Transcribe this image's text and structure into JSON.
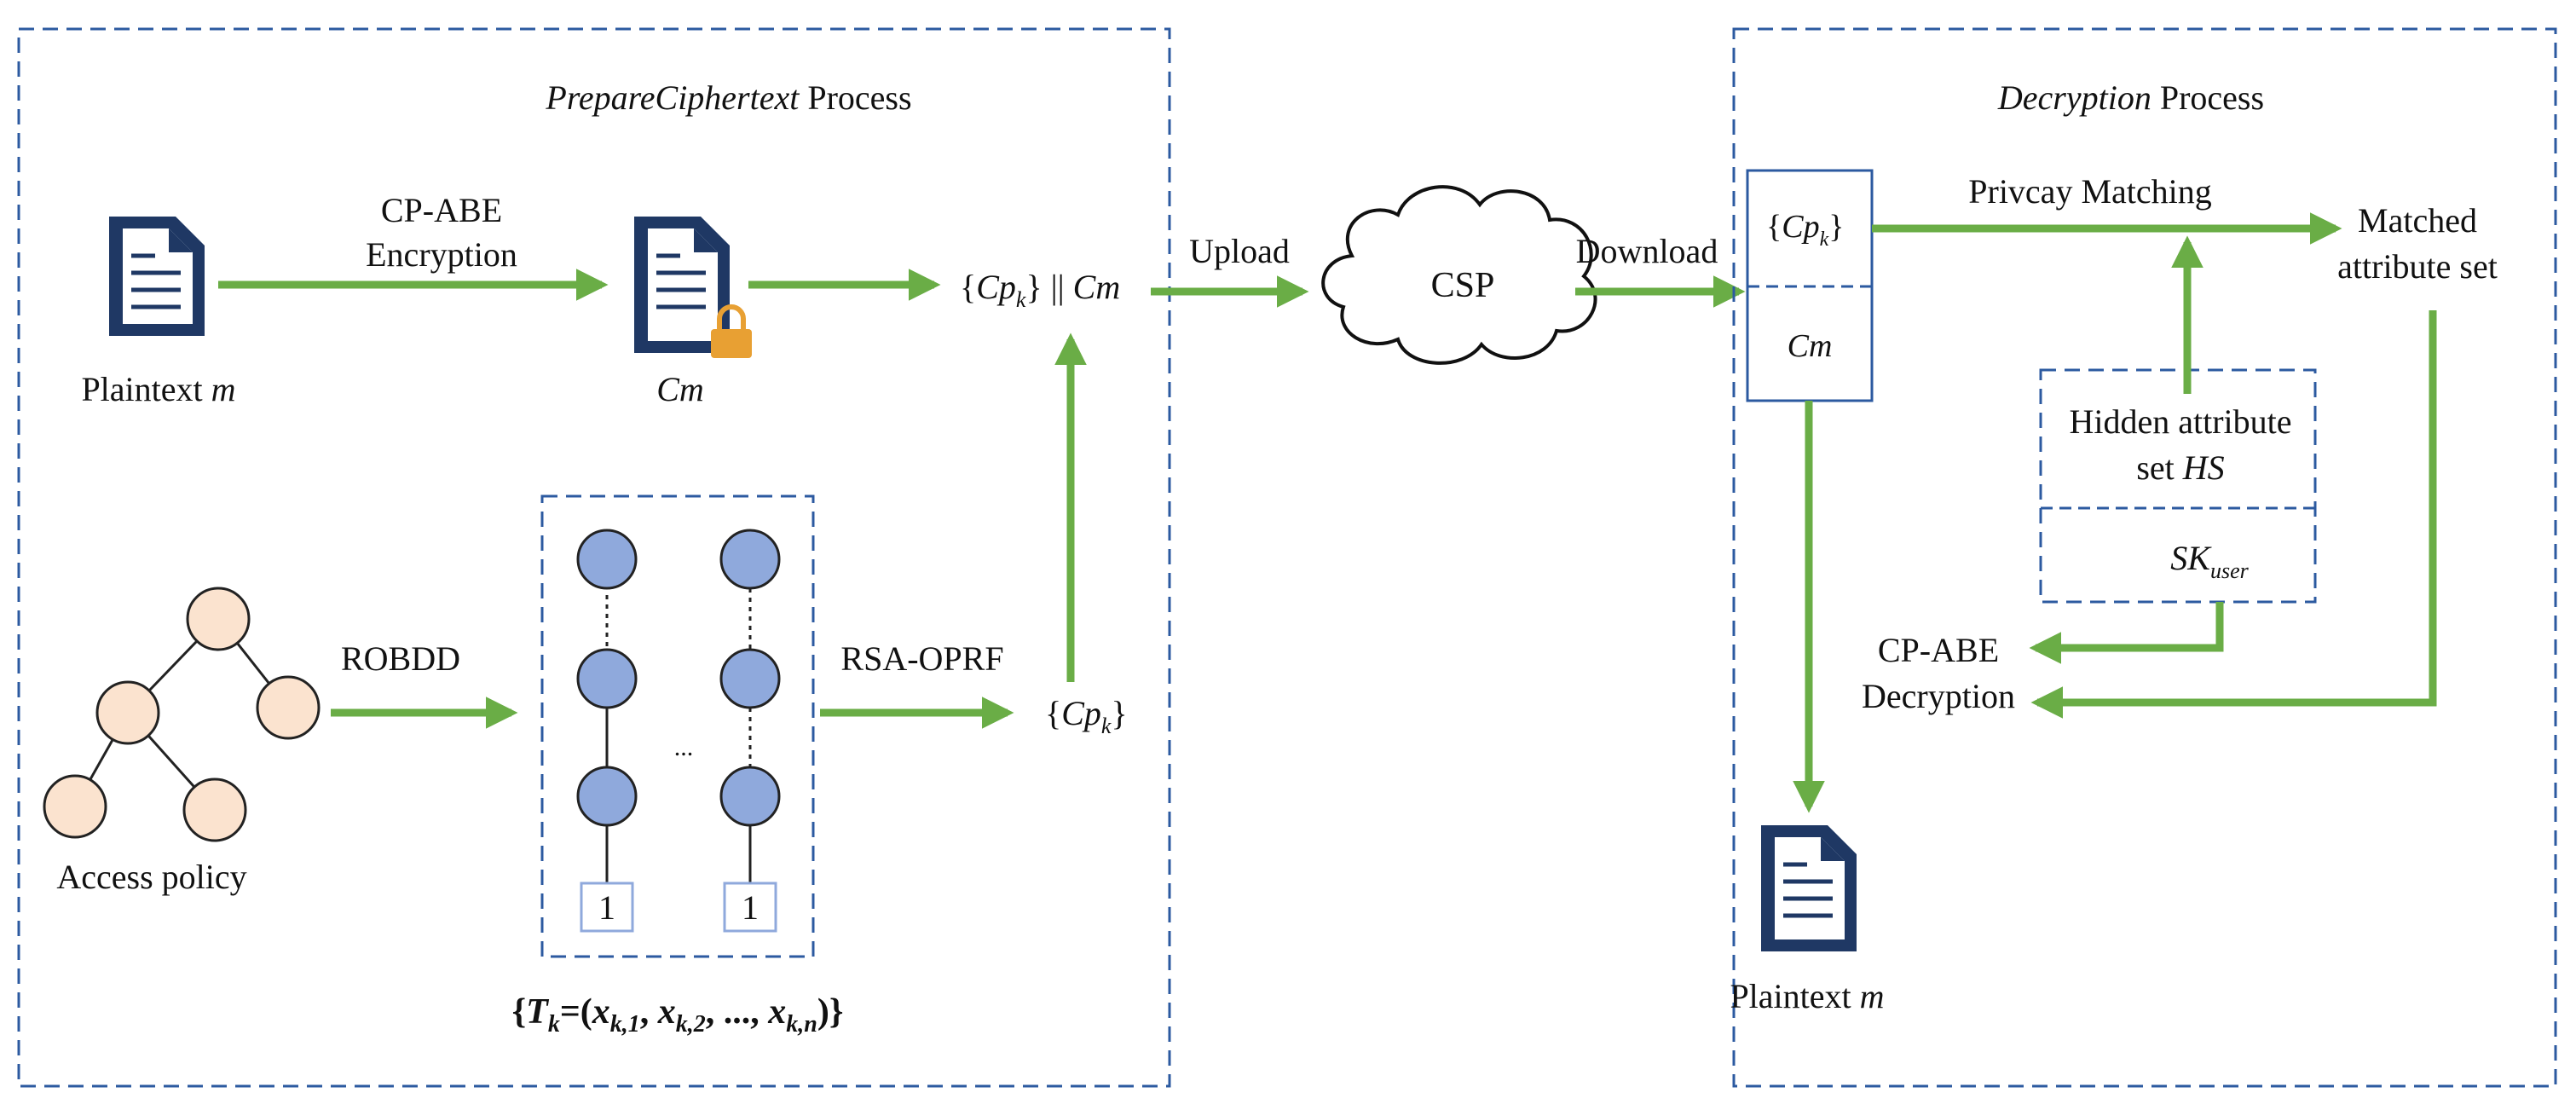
{
  "prepare_panel": {
    "title_italic": "PrepareCiphertext",
    "title_rest": "Process"
  },
  "decrypt_panel": {
    "title_italic": "Decryption",
    "title_rest": "Process"
  },
  "labels": {
    "cpabe_enc_1": "CP-ABE",
    "cpabe_enc_2": "Encryption",
    "plaintext": "Plaintext",
    "plaintext_var": "m",
    "cm": "Cm",
    "ciphertext_open": "{",
    "cpk": "Cp",
    "cpk_sub": "k",
    "ciphertext_close": "} ||",
    "ciphertext_cm": "Cm",
    "upload": "Upload",
    "csp": "CSP",
    "download": "Download",
    "robdd": "ROBDD",
    "rsa_oprf": "RSA-OPRF",
    "access_policy": "Access policy",
    "ellipsis": "...",
    "terminal": "1",
    "tk_formula": "{T_k=(x_k,1, x_k,2, ..., x_k,n)}",
    "privacy_matching": "Privcay Matching",
    "matched_1": "Matched",
    "matched_2": "attribute set",
    "hidden_1": "Hidden attribute",
    "hidden_2": "set",
    "hidden_var": "HS",
    "sk": "SK",
    "sk_sub": "user",
    "cpabe_dec_1": "CP-ABE",
    "cpabe_dec_2": "Decryption"
  },
  "colors": {
    "arrow": "#6aad46",
    "border": "#2c5aa0",
    "doc": "#1f3864",
    "tree_node": "#fbe3cf",
    "bdd_node": "#8fa9dc",
    "lock": "#e8a033"
  }
}
